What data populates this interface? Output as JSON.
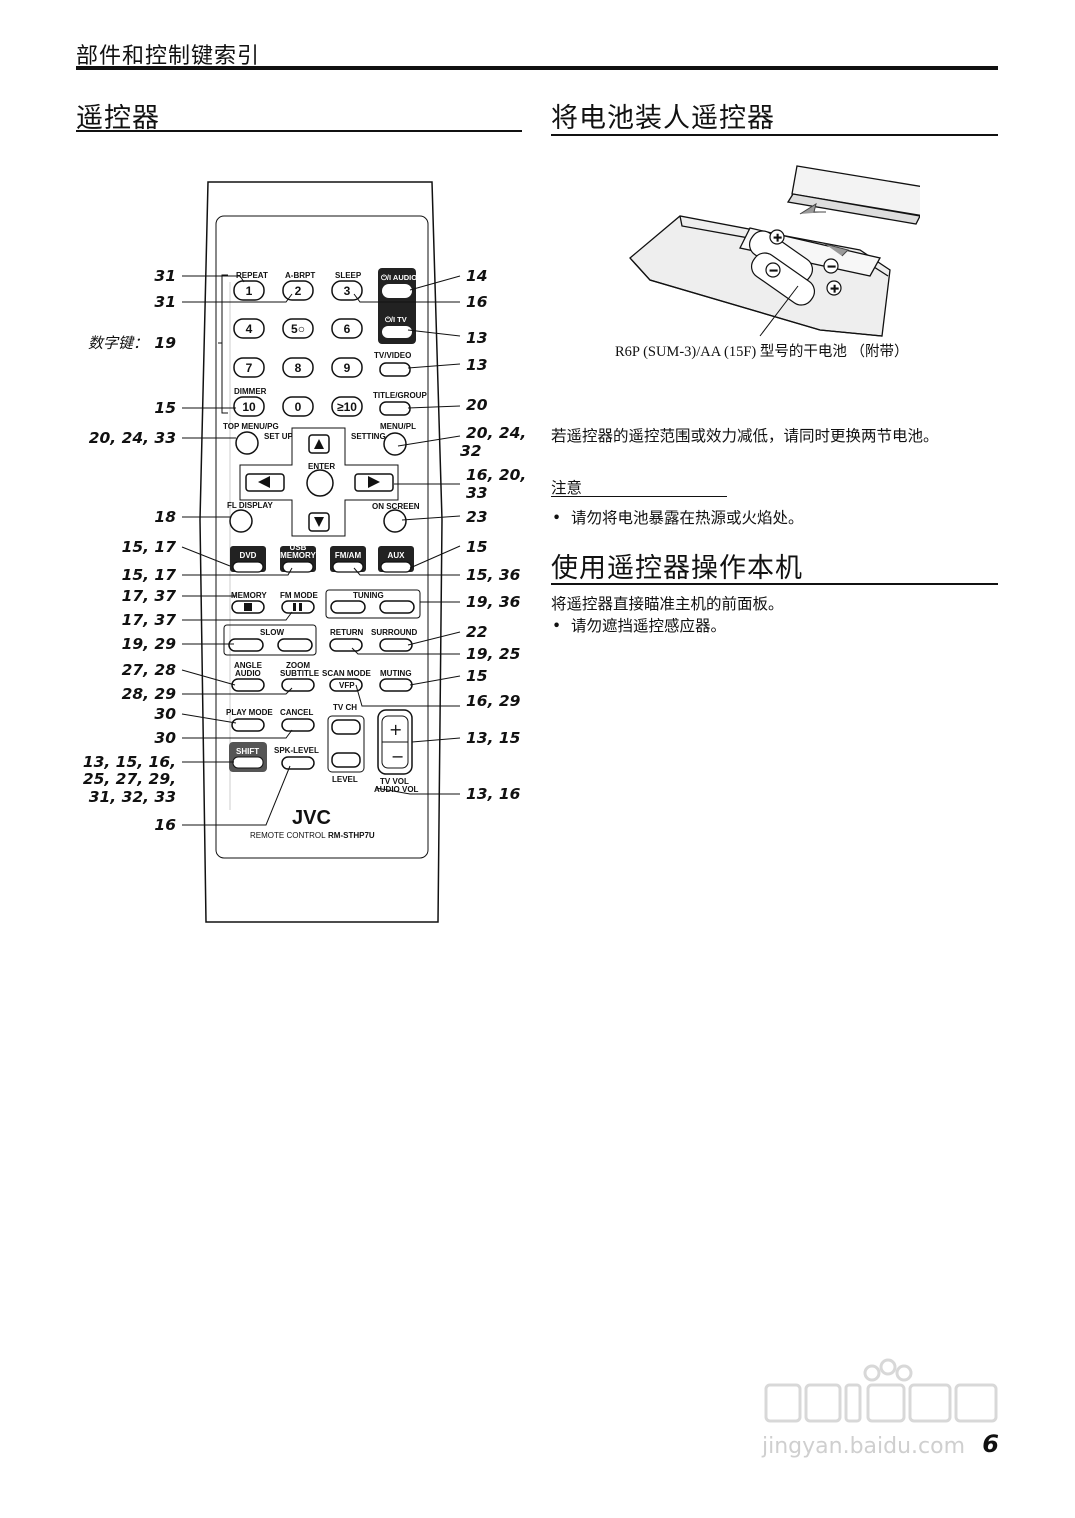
{
  "header": {
    "title": "部件和控制键索引"
  },
  "remote_section": {
    "title": "遥控器",
    "digit_label": "数字键：",
    "callouts_left": [
      "31",
      "31",
      "19",
      "15",
      "20, 24, 33",
      "18",
      "15, 17",
      "15, 17",
      "17, 37",
      "17, 37",
      "19, 29",
      "27, 28",
      "28, 29",
      "30",
      "30",
      "13, 15, 16,",
      "25, 27, 29,",
      "31, 32, 33",
      "16"
    ],
    "callouts_right": [
      "14",
      "16",
      "13",
      "13",
      "20",
      "20, 24,",
      "32",
      "16, 20,",
      "33",
      "23",
      "15",
      "15, 36",
      "19, 36",
      "22",
      "19, 25",
      "15",
      "16, 29",
      "13, 15",
      "13, 16"
    ],
    "buttons": {
      "repeat": "REPEAT",
      "abrpt": "A-BRPT",
      "sleep": "SLEEP",
      "audio_power": "⏻/I AUDIO",
      "tv_power": "⏻/I TV",
      "b1": "1",
      "b2": "2",
      "b3": "3",
      "b4": "4",
      "b5": "5○",
      "b6": "6",
      "b7": "7",
      "b8": "8",
      "b9": "9",
      "dimmer": "DIMMER",
      "b10": "10",
      "b0": "0",
      "bge10": "≥10",
      "tv_video": "TV/VIDEO",
      "title_group": "TITLE/GROUP",
      "top_menu": "TOP MENU/PG",
      "setup": "SET UP",
      "menu_pl": "MENU/PL",
      "setting": "SETTING",
      "enter": "ENTER",
      "fl_display": "FL DISPLAY",
      "on_screen": "ON SCREEN",
      "dvd": "DVD",
      "usb": "USB",
      "memory_src": "MEMORY",
      "fm_am": "FM/AM",
      "aux": "AUX",
      "memory": "MEMORY",
      "fm_mode": "FM MODE",
      "tuning": "TUNING",
      "slow": "SLOW",
      "return": "RETURN",
      "surround": "SURROUND",
      "angle": "ANGLE",
      "audio": "AUDIO",
      "zoom": "ZOOM",
      "subtitle": "SUBTITLE",
      "scan_mode": "SCAN MODE",
      "vfp": "VFP",
      "muting": "MUTING",
      "play_mode": "PLAY MODE",
      "cancel": "CANCEL",
      "tv_ch": "TV CH",
      "shift": "SHIFT",
      "spk_level": "SPK-LEVEL",
      "level": "LEVEL",
      "tv_vol": "TV VOL",
      "audio_vol": "AUDIO VOL",
      "brand": "JVC",
      "remote_control": "REMOTE CONTROL",
      "model": "RM-STHP7U"
    }
  },
  "battery_section": {
    "title": "将电池装人遥控器",
    "caption": "R6P (SUM-3)/AA (15F) 型号的干电池 （附带）",
    "text": "若遥控器的遥控范围或效力减低，请同时更换两节电池。",
    "note_title": "注意",
    "note_item": "请勿将电池暴露在热源或火焰处。"
  },
  "operate_section": {
    "title": "使用遥控器操作本机",
    "text": "将遥控器直接瞄准主机的前面板。",
    "bullet": "请勿遮挡遥控感应器。"
  },
  "page_number": "6",
  "watermark": {
    "url": "jingyan.baidu.com"
  }
}
